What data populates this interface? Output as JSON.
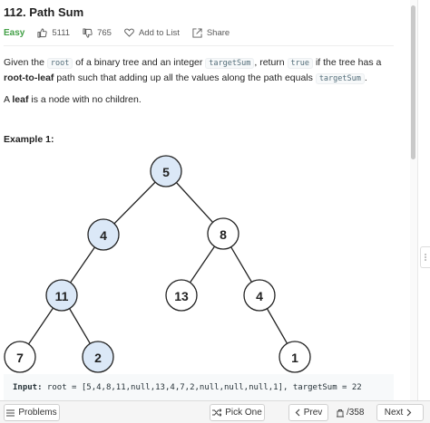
{
  "problem": {
    "title": "112. Path Sum",
    "difficulty": "Easy",
    "likes": "5111",
    "dislikes": "765",
    "add_to_list": "Add to List",
    "share": "Share"
  },
  "description": {
    "p1_a": "Given the ",
    "p1_code1": "root",
    "p1_b": " of a binary tree and an integer ",
    "p1_code2": "targetSum",
    "p1_c": ", return ",
    "p1_code3": "true",
    "p1_d": " if the tree has a ",
    "p1_bold": "root-to-leaf",
    "p1_e": " path such that adding up all the values along the path equals ",
    "p1_code4": "targetSum",
    "p1_f": ".",
    "p2_a": "A ",
    "p2_bold": "leaf",
    "p2_b": " is a node with no children."
  },
  "example": {
    "title": "Example 1:",
    "tree_nodes": [
      {
        "id": "n5",
        "label": "5",
        "highlighted": true
      },
      {
        "id": "n4",
        "label": "4",
        "highlighted": true
      },
      {
        "id": "n8",
        "label": "8",
        "highlighted": false
      },
      {
        "id": "n11",
        "label": "11",
        "highlighted": true
      },
      {
        "id": "n13",
        "label": "13",
        "highlighted": false
      },
      {
        "id": "n4b",
        "label": "4",
        "highlighted": false
      },
      {
        "id": "n7",
        "label": "7",
        "highlighted": false
      },
      {
        "id": "n2",
        "label": "2",
        "highlighted": true
      },
      {
        "id": "n1",
        "label": "1",
        "highlighted": false
      }
    ],
    "input_label": "Input:",
    "input_value": " root = [5,4,8,11,null,13,4,7,2,null,null,null,1], targetSum = 22"
  },
  "colors": {
    "highlight_fill": "#dbe8f7",
    "easy": "#43a047"
  },
  "footer": {
    "problems": "Problems",
    "pick_one": "Pick One",
    "prev": "Prev",
    "counter": "/358",
    "next": "Next"
  }
}
